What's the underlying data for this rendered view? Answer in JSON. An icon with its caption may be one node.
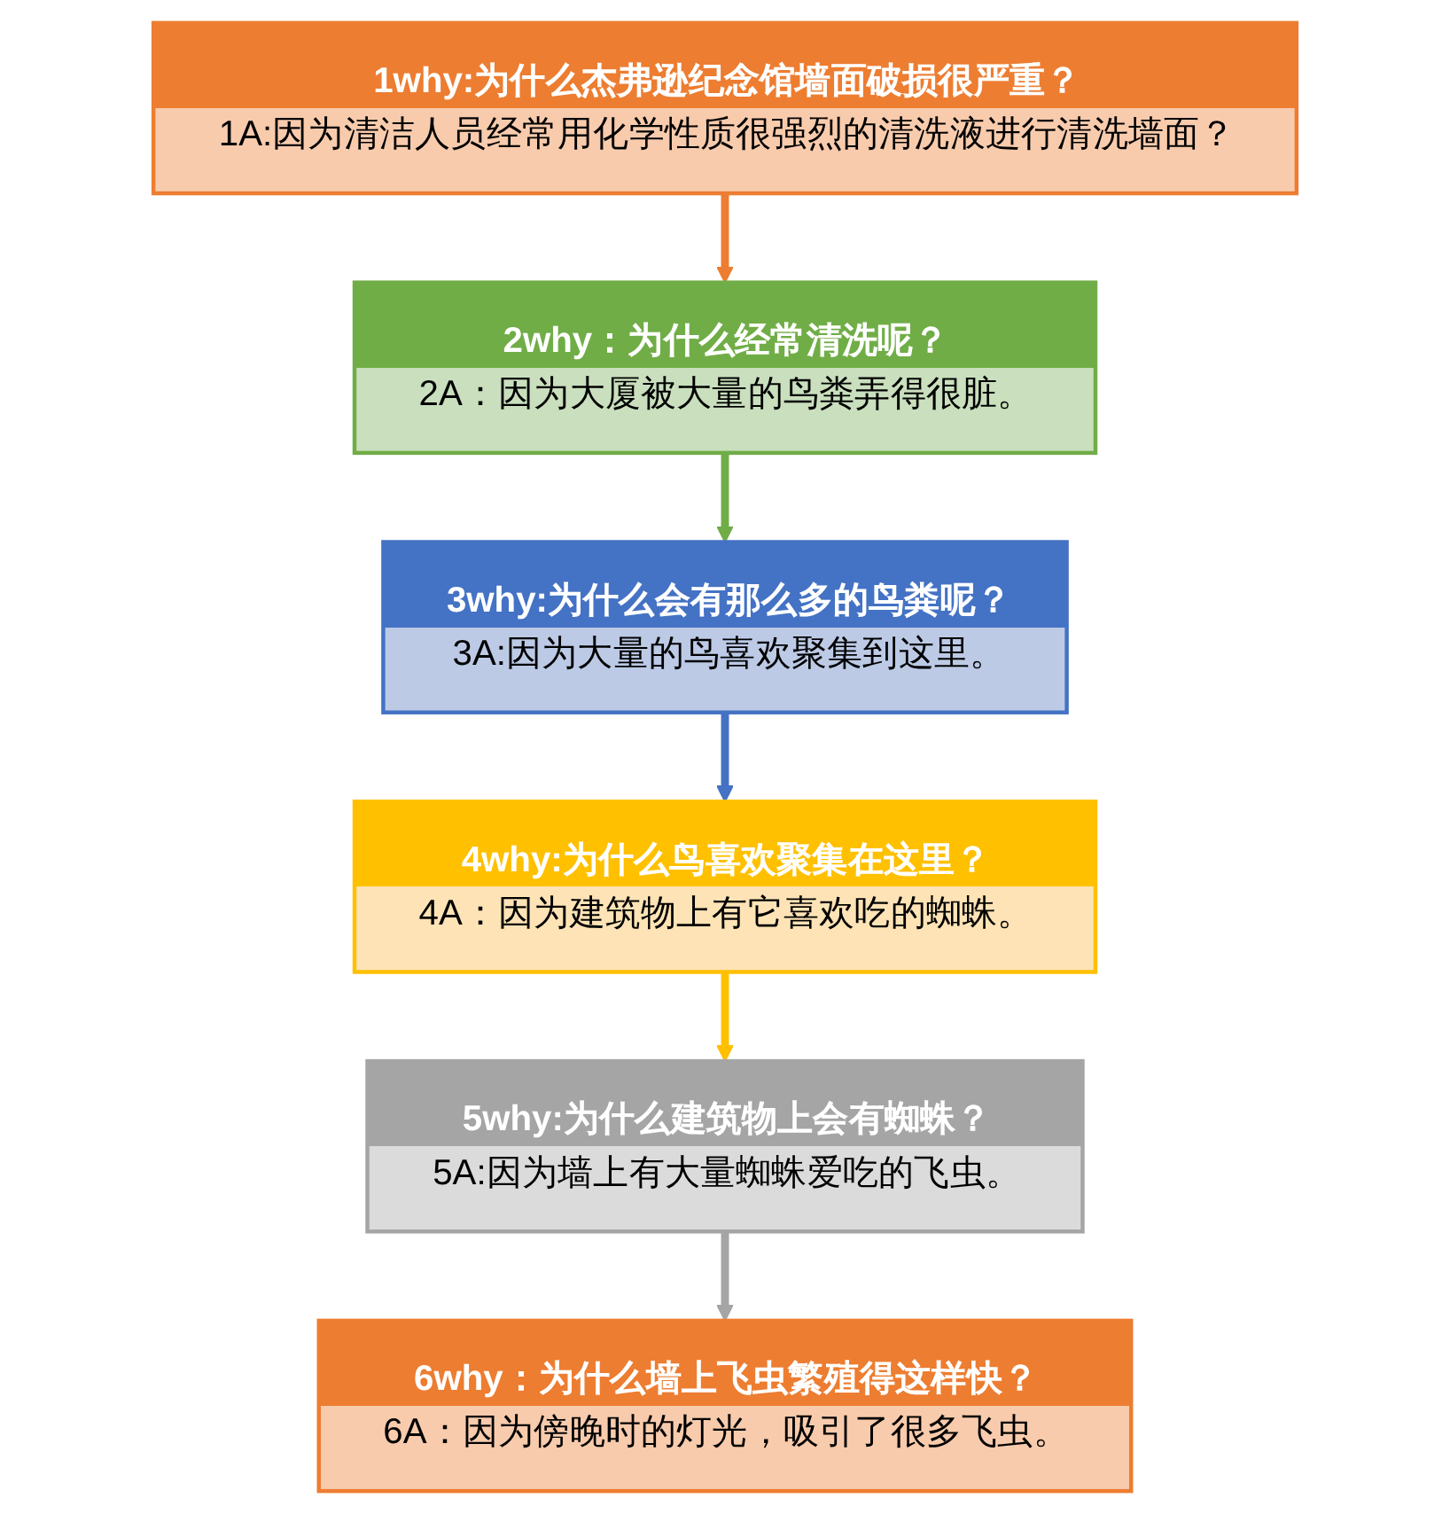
{
  "diagram": {
    "nodes": [
      {
        "text": [
          "1why:为什么杰弗逊纪念馆墙面破损很严重？",
          "1A:因为清洁人员经常用化学性质很强烈的清洗液进行清洗墙面？"
        ]
      },
      {
        "text": [
          "2why：为什么经常清洗呢？",
          "2A：因为大厦被大量的鸟粪弄得很脏。"
        ]
      },
      {
        "text": [
          "3why:为什么会有那么多的鸟粪呢？",
          "3A:因为大量的鸟喜欢聚集到这里。"
        ]
      },
      {
        "text": [
          "4why:为什么鸟喜欢聚集在这里？",
          "4A：因为建筑物上有它喜欢吃的蜘蛛。"
        ]
      },
      {
        "text": [
          "5why:为什么建筑物上会有蜘蛛？",
          "5A:因为墙上有大量蜘蛛爱吃的飞虫。"
        ]
      },
      {
        "text": [
          "6why：为什么墙上飞虫繁殖得这样快？",
          "6A：因为傍晚时的灯光，吸引了很多飞虫。"
        ]
      }
    ],
    "edges": [
      {
        "from": 0,
        "to": 1,
        "arrow": "to",
        "color": "#ed7d31"
      },
      {
        "from": 1,
        "to": 2,
        "arrow": "to",
        "color": "#70ad47"
      },
      {
        "from": 2,
        "to": 3,
        "arrow": "to",
        "color": "#4472c4"
      },
      {
        "from": 3,
        "to": 4,
        "arrow": "to",
        "color": "#ffc000"
      },
      {
        "from": 4,
        "to": 5,
        "arrow": "to",
        "color": "#a5a5a5"
      }
    ]
  }
}
